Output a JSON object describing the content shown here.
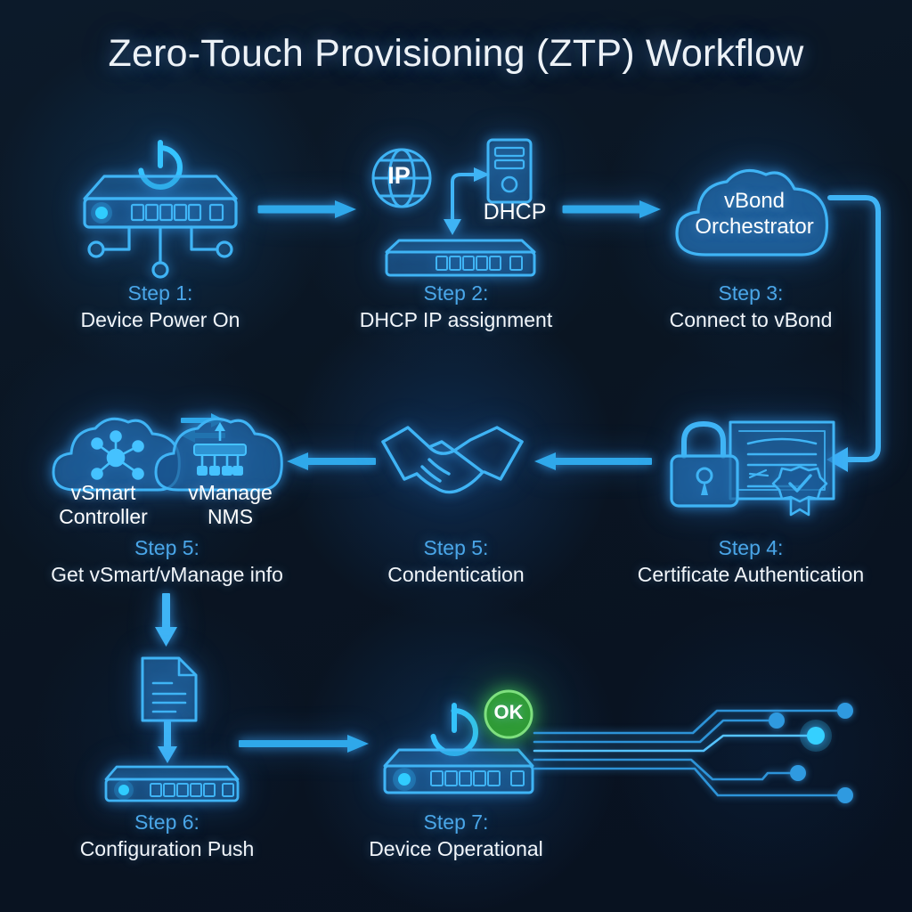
{
  "page": {
    "title": "Zero-Touch Provisioning (ZTP) Workflow",
    "background_color": "#0a1420",
    "accent_color": "#38a8f0",
    "step_number_color": "#4aa6e8",
    "label_color": "#f2f6fa",
    "ok_badge_color": "#3aa63a"
  },
  "steps": [
    {
      "id": "step-1",
      "number": "Step 1:",
      "description": "Device Power On",
      "icon": "network-switch-power-on-icon"
    },
    {
      "id": "step-2",
      "number": "Step 2:",
      "description": "DHCP IP assignment",
      "icon": "ip-globe-dhcp-server-switch-icon",
      "inline_labels": [
        "IP",
        "DHCP"
      ]
    },
    {
      "id": "step-3",
      "number": "Step 3:",
      "description": "Connect to vBond",
      "icon": "cloud-icon",
      "inline_labels": [
        "vBond",
        "Orchestrator"
      ]
    },
    {
      "id": "step-4",
      "number": "Step 4:",
      "description": "Certificate Authentication",
      "icon": "lock-and-certificate-icon"
    },
    {
      "id": "step-5-handshake",
      "number": "Step 5:",
      "description": "Condentication",
      "icon": "handshake-icon"
    },
    {
      "id": "step-5-controllers",
      "number": "Step 5:",
      "description": "Get vSmart/vManage info",
      "icon": "vsmart-vmanage-clouds-icon",
      "inline_labels": [
        "vSmart",
        "Controller",
        "vManage",
        "NMS"
      ]
    },
    {
      "id": "step-6",
      "number": "Step 6:",
      "description": "Configuration Push",
      "icon": "config-document-to-switch-icon"
    },
    {
      "id": "step-7",
      "number": "Step 7:",
      "description": "Device Operational",
      "icon": "switch-powered-ok-icon",
      "badge": "OK"
    }
  ],
  "inline": {
    "ip_globe": "IP",
    "dhcp_server": "DHCP",
    "vbond_line1": "vBond",
    "vbond_line2": "Orchestrator",
    "vsmart_line1": "vSmart",
    "vsmart_line2": "Controller",
    "vmanage_line1": "vManage",
    "vmanage_line2": "NMS",
    "ok_badge": "OK"
  },
  "flow": {
    "arrows": [
      "step1-to-step2",
      "step2-to-step3",
      "step3-to-step4-wraparound",
      "step4-to-step5-handshake",
      "step5-handshake-to-controllers",
      "vsmart-vmanage-exchange",
      "controllers-down-to-step6",
      "document-down-to-switch",
      "step6-to-step7"
    ]
  },
  "decor": {
    "circuit_traces": "circuit-trace-pattern"
  }
}
